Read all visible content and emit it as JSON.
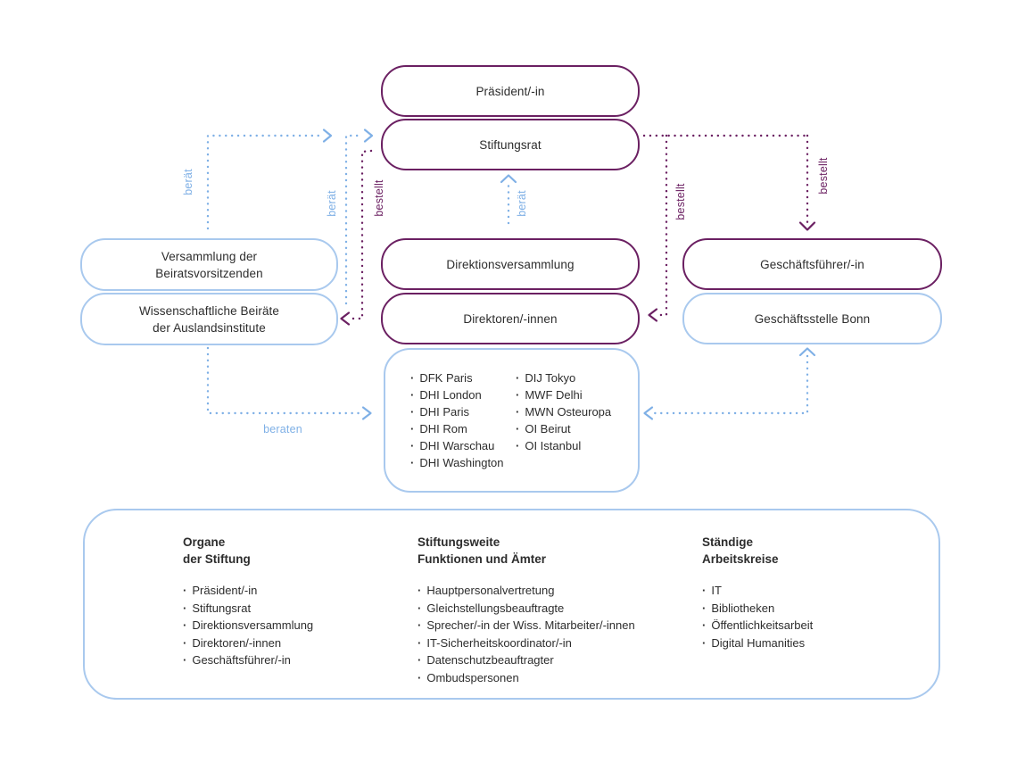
{
  "colors": {
    "purple": "#6b2062",
    "blue_border": "#a9c9ee",
    "blue_line": "#7fb0e6",
    "text": "#2d2d2d"
  },
  "org_boxes": {
    "praesident": {
      "label": "Präsident/-in"
    },
    "stiftungsrat": {
      "label": "Stiftungsrat"
    },
    "direktionsversammlung": {
      "label": "Direktionsversammlung"
    },
    "direktoren": {
      "label": "Direktoren/-innen"
    },
    "versammlung": {
      "line1": "Versammlung der",
      "line2": "Beiratsvorsitzenden"
    },
    "beiraete": {
      "line1": "Wissenschaftliche Beiräte",
      "line2": "der Auslandsinstitute"
    },
    "geschaeftsfuehrer": {
      "label": "Geschäftsführer/-in"
    },
    "geschaeftsstelle": {
      "label": "Geschäftsstelle Bonn"
    }
  },
  "edge_labels": {
    "beraet_left": "berät",
    "beraet_mid": "berät",
    "beraet_center": "berät",
    "bestellt_left": "bestellt",
    "bestellt_mid": "bestellt",
    "bestellt_right": "bestellt",
    "beraten": "beraten"
  },
  "institutes": {
    "col1": [
      "DFK Paris",
      "DHI London",
      "DHI Paris",
      "DHI Rom",
      "DHI Warschau",
      "DHI Washington"
    ],
    "col2": [
      "DIJ Tokyo",
      "MWF Delhi",
      "MWN Osteuropa",
      "OI Beirut",
      "OI Istanbul"
    ]
  },
  "legend": {
    "organe": {
      "title1": "Organe",
      "title2": "der Stiftung",
      "items": [
        "Präsident/-in",
        "Stiftungsrat",
        "Direktionsversammlung",
        "Direktoren/-innen",
        "Geschäftsführer/-in"
      ]
    },
    "funktionen": {
      "title1": "Stiftungsweite",
      "title2": "Funktionen und Ämter",
      "items": [
        "Hauptpersonalvertretung",
        "Gleichstellungsbeauftragte",
        "Sprecher/-in der Wiss. Mitarbeiter/-innen",
        "IT-Sicherheitskoordinator/-in",
        "Datenschutzbeauftragter",
        "Ombudspersonen"
      ]
    },
    "arbeitskreise": {
      "title1": "Ständige",
      "title2": "Arbeitskreise",
      "items": [
        "IT",
        "Bibliotheken",
        "Öffentlichkeitsarbeit",
        "Digital Humanities"
      ]
    }
  }
}
